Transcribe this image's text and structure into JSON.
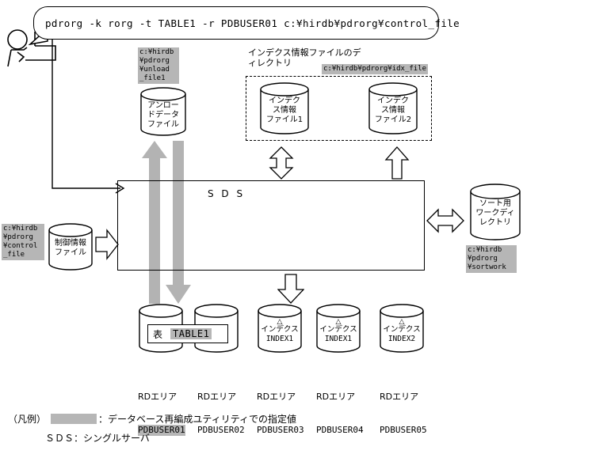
{
  "command_bubble": {
    "text": "pdrorg -k rorg -t TABLE1 -r PDBUSER01 c:¥hirdb¥pdrorg¥control_file"
  },
  "operator": {
    "icon": "person-at-terminal-icon"
  },
  "unload": {
    "path_label": "c:¥hirdb\n¥pdrorg\n¥unload\n_file1",
    "cylinder_label": "アンロー\nドデータ\nファイル"
  },
  "index_files": {
    "heading": "インデクス情報ファイルのデ\nィレクトリ",
    "path_label": "c:¥hirdb¥pdrorg¥idx_file",
    "items": [
      {
        "label": "インデク\nス情報\nファイル1"
      },
      {
        "label": "インデク\nス情報\nファイル2"
      }
    ]
  },
  "control_file": {
    "path_label": "c:¥hirdb\n¥pdrorg\n¥control\n_file",
    "cylinder_label": "制御情報\nファイル"
  },
  "sds": {
    "title": "S D S"
  },
  "sortwork": {
    "cylinder_label": "ソート用\nワークディ\nレクトリ",
    "path_label": "c:¥hirdb\n¥pdrorg\n¥sortwork"
  },
  "table_box": {
    "label": "表",
    "name": "TABLE1"
  },
  "indexes": [
    {
      "mark": "△",
      "label": "インデクス",
      "name": "INDEX1"
    },
    {
      "mark": "△",
      "label": "インデクス",
      "name": "INDEX1"
    },
    {
      "mark": "△",
      "label": "インデクス",
      "name": "INDEX2"
    }
  ],
  "rd_areas": [
    {
      "caption": "RDエリア",
      "name": "PDBUSER01",
      "highlighted": true
    },
    {
      "caption": "RDエリア",
      "name": "PDBUSER02",
      "highlighted": false
    },
    {
      "caption": "RDエリア",
      "name": "PDBUSER03",
      "highlighted": false
    },
    {
      "caption": "RDエリア",
      "name": "PDBUSER04",
      "highlighted": false
    },
    {
      "caption": "RDエリア",
      "name": "PDBUSER05",
      "highlighted": false
    }
  ],
  "legend": {
    "title": "（凡例）",
    "swatch_text": "：データベース再編成ユティリティでの指定値",
    "sds_line": "ＳＤＳ：シングルサーバ"
  },
  "colors": {
    "highlight": "#b6b6b6",
    "gray_arrow": "#b3b3b3",
    "line": "#000000",
    "background": "#ffffff"
  }
}
